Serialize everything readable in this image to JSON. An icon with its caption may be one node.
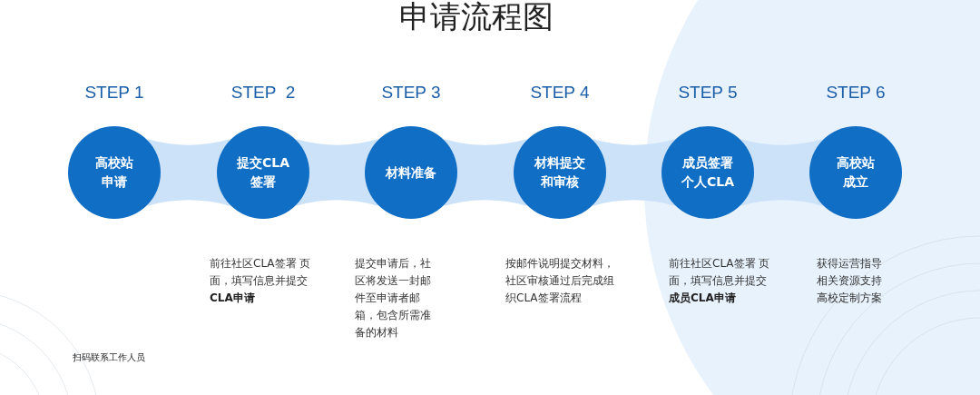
{
  "diagram": {
    "title": "申请流程图",
    "nodes": [
      {
        "text": [
          "高校站申请"
        ],
        "beside": [
          "STEP 1"
        ]
      },
      {
        "text": [
          "提交CLA签署"
        ],
        "beside": [
          "STEP  2",
          "前往社区CLA签署 页面，填写信息并提交**CLA申请**"
        ]
      },
      {
        "text": [
          "材料准备"
        ],
        "beside": [
          "STEP 3",
          "提交申请后，社区将发送一封邮件至申请者邮箱，包含所需准备的材料"
        ]
      },
      {
        "text": [
          "材料提交和审核"
        ],
        "beside": [
          "STEP 4",
          "按邮件说明提交材料，社区审核通过后完成组织CLA签署流程"
        ]
      },
      {
        "text": [
          "成员签署个人CLA"
        ],
        "beside": [
          "STEP 5",
          "前往社区CLA签署 页面，填写信息并提交**成员CLA申请**"
        ]
      },
      {
        "text": [
          "高校站成立"
        ],
        "beside": [
          "STEP 6",
          "获得运营指导相关资源支持高校定制方案"
        ]
      }
    ],
    "edges": [
      {
        "from": 0,
        "to": 1,
        "arrow": "none"
      },
      {
        "from": 1,
        "to": 2,
        "arrow": "none"
      },
      {
        "from": 2,
        "to": 3,
        "arrow": "none"
      },
      {
        "from": 3,
        "to": 4,
        "arrow": "none"
      },
      {
        "from": 4,
        "to": 5,
        "arrow": "none"
      }
    ],
    "labels": [
      "扫码联系工作人员"
    ]
  }
}
